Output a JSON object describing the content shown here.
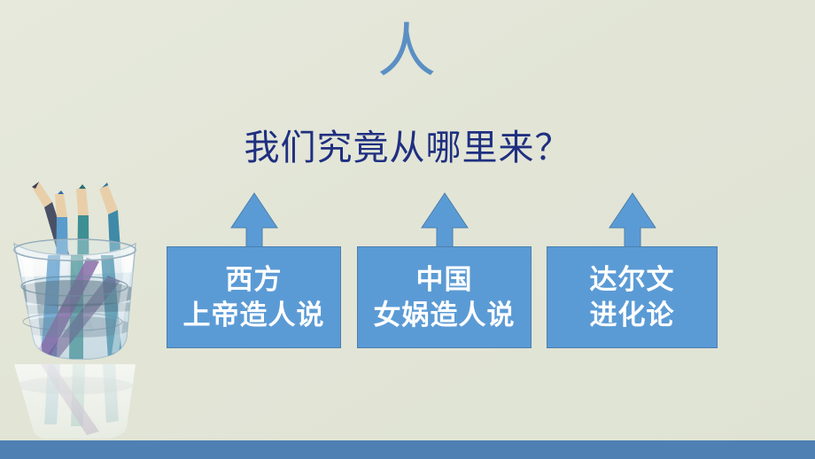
{
  "slide": {
    "title": "人",
    "subtitle": "我们究竟从哪里来？",
    "background_color": "#e3e6d8",
    "accent_color": "#5b9bd5",
    "title_color": "#5b8fc4",
    "subtitle_color": "#1f2f80",
    "bottom_bar_color": "#4f80b3"
  },
  "groups": [
    {
      "arrow": "up-arrow",
      "line1": "西方",
      "line2": "上帝造人说"
    },
    {
      "arrow": "up-arrow",
      "line1": "中国",
      "line2": "女娲造人说"
    },
    {
      "arrow": "up-arrow",
      "line1": "达尔文",
      "line2": "进化论"
    }
  ],
  "artwork": {
    "name": "colored-pencils-in-glass-watercolor"
  }
}
